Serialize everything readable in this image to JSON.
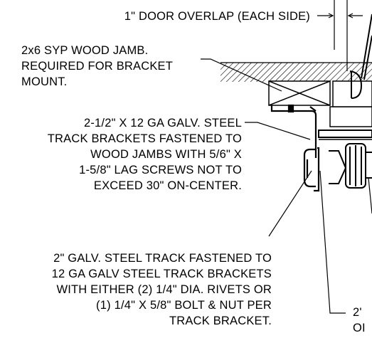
{
  "notes": {
    "door_overlap": "1\" DOOR OVERLAP (EACH SIDE)",
    "jamb": [
      "2x6 SYP WOOD JAMB.",
      "REQUIRED FOR BRACKET",
      "MOUNT."
    ],
    "bracket": [
      "2-1/2\" X 12 GA GALV. STEEL",
      "TRACK BRACKETS FASTENED TO",
      "WOOD JAMBS WITH 5/6\" X",
      "1-5/8\" LAG SCREWS NOT TO",
      "EXCEED 30\" ON-CENTER."
    ],
    "track": [
      "2\" GALV. STEEL TRACK FASTENED TO",
      "12 GA GALV STEEL TRACK BRACKETS",
      "WITH EITHER (2) 1/4\" DIA. RIVETS OR",
      "(1) 1/4\" X 5/8\" BOLT & NUT PER",
      "TRACK BRACKET."
    ],
    "cut_off": [
      "2'",
      "OI"
    ]
  }
}
